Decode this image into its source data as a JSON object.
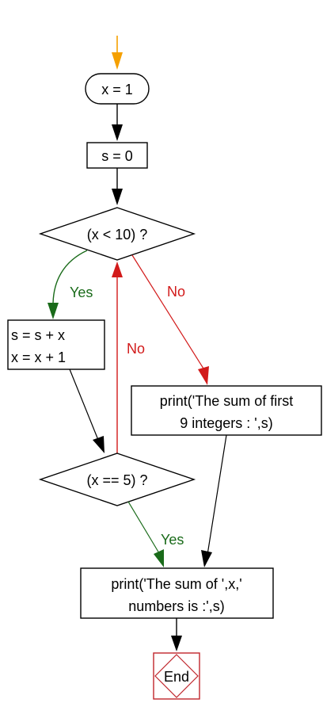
{
  "nodes": {
    "start": "x = 1",
    "init_sum": "s = 0",
    "loop_condition": "(x < 10) ?",
    "body_line1": "s = s + x",
    "body_line2": "x = x + 1",
    "check_condition": "(x == 5) ?",
    "print_first_line1": "print('The sum of first",
    "print_first_line2": "9 integers : ',s)",
    "print_n_line1": "print('The sum of ',x,'",
    "print_n_line2": "numbers is :',s)",
    "end": "End"
  },
  "edge_labels": {
    "loop_yes": "Yes",
    "loop_no": "No",
    "check_no": "No",
    "check_yes": "Yes"
  },
  "colors": {
    "yes_edge": "#1a6b1a",
    "no_edge": "#d21a1a",
    "entry_arrow": "#f5a000",
    "end_node": "#c0262c"
  }
}
